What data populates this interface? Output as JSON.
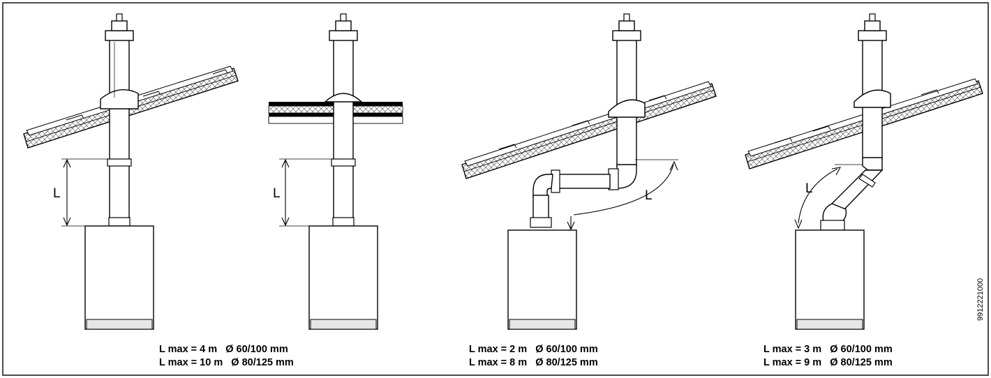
{
  "diagrams": [
    {
      "dimension_label": "L",
      "captions": [
        "L max = 4 m   Ø 60/100 mm",
        "L max = 10 m   Ø 80/125 mm"
      ]
    },
    {
      "dimension_label": "L",
      "captions": []
    },
    {
      "dimension_label": "L",
      "captions": [
        "L max = 2 m   Ø 60/100 mm",
        "L max = 8 m   Ø 80/125 mm"
      ]
    },
    {
      "dimension_label": "L",
      "captions": [
        "L max = 3 m   Ø 60/100 mm",
        "L max = 9 m   Ø 80/125 mm"
      ]
    }
  ],
  "drawing_code": "9912221000"
}
